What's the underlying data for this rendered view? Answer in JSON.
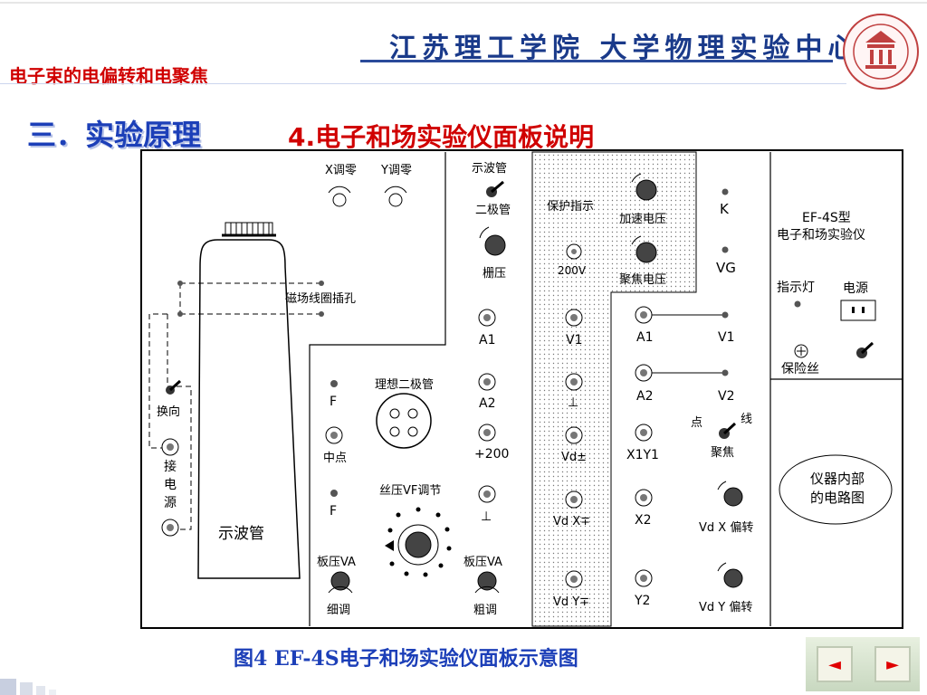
{
  "header": {
    "course_title": "电子束的电偏转和电聚焦",
    "institution_banner": "江苏理工学院 大学物理实验中心"
  },
  "section": {
    "title": "三．实验原理",
    "subtitle": "4.电子和场实验仪面板说明"
  },
  "panel": {
    "labels": {
      "x_zero": "X调零",
      "y_zero": "Y调零",
      "oscilloscope_tube_switch": "示波管",
      "diode_switch": "二极管",
      "grid_voltage": "栅压",
      "protect_indicator": "保护指示",
      "accel_voltage": "加速电压",
      "focus_voltage": "聚焦电压",
      "v200": "200V",
      "coil_jack": "磁场线圈插孔",
      "a1_left": "A1",
      "a2_left": "A2",
      "plus200": "+200",
      "ground_left": "⊥",
      "v1_mid": "V1",
      "ground_mid": "⊥",
      "vd_pm": "Vd±",
      "vd_x_pm": "Vd X∓",
      "vd_y_pm": "Vd Y∓",
      "a1_right": "A1",
      "v1_right": "V1",
      "a2_right": "A2",
      "v2_right": "V2",
      "x1y1": "X1Y1",
      "x2": "X2",
      "y2": "Y2",
      "dot_mode": "点",
      "line_mode": "线",
      "focus_mode": "聚焦",
      "vd_x_deflect": "Vd X 偏转",
      "vd_y_deflect": "Vd Y 偏转",
      "k_terminal": "K",
      "vg_terminal": "VG",
      "model": "EF-4S型",
      "device_name": "电子和场实验仪",
      "indicator_lamp": "指示灯",
      "power": "电源",
      "fuse": "保险丝",
      "internal_circuit_1": "仪器内部",
      "internal_circuit_2": "的电路图",
      "reverse": "换向",
      "connect_power": "接电源",
      "tube_label": "示波管",
      "f_top": "F",
      "center_point": "中点",
      "f_bottom": "F",
      "ideal_diode": "理想二极管",
      "filament_adjust": "丝压VF调节",
      "plate_fine_title": "板压VA",
      "plate_fine": "细调",
      "plate_coarse_title": "板压VA",
      "plate_coarse": "粗调"
    }
  },
  "figure_caption": "图4  EF-4S电子和场实验仪面板示意图",
  "nav": {
    "prev_icon": "◄",
    "next_icon": "►"
  }
}
